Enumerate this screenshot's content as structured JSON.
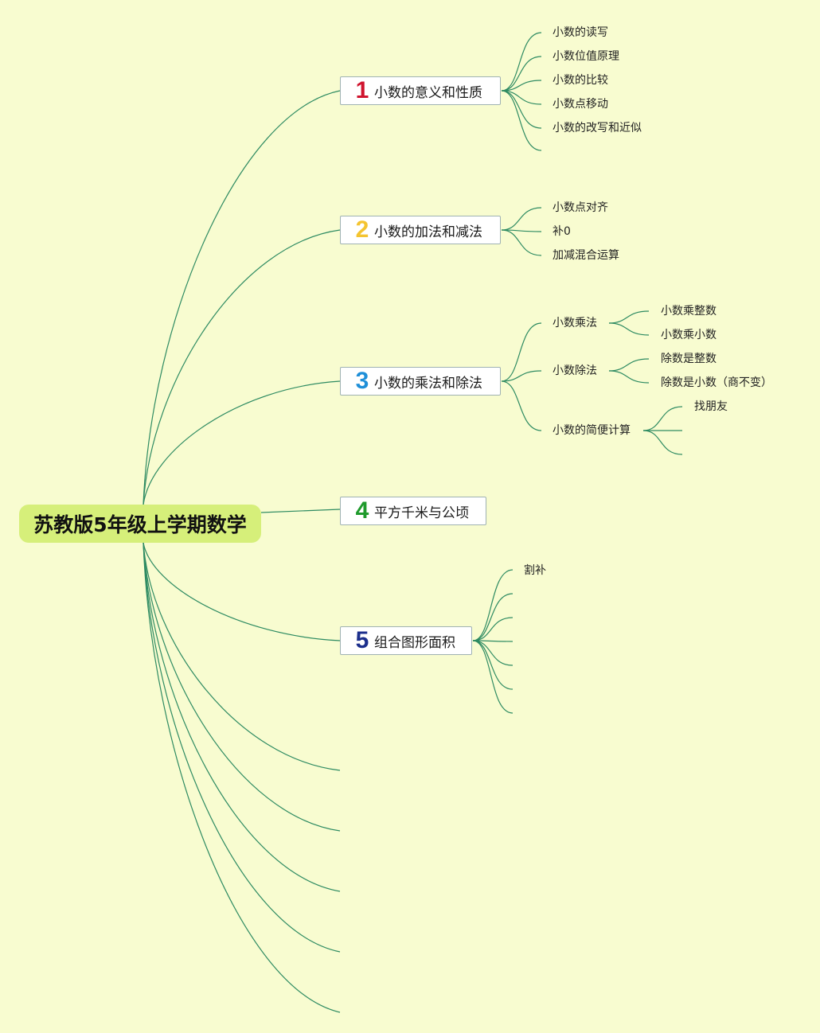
{
  "root": {
    "label": "苏教版5年级上学期数学"
  },
  "colors": {
    "background": "#f8fcd0",
    "line": "#2e8b62",
    "root_fill": "#d6ef7a",
    "num1": "#d0142e",
    "num2": "#f4c430",
    "num3": "#1f8fd8",
    "num4": "#1f9a2c",
    "num5": "#1c2f8c"
  },
  "topics": [
    {
      "num": "1",
      "label": "小数的意义和性质",
      "subs": [
        "小数的读写",
        "小数位值原理",
        "小数的比较",
        "小数点移动",
        "小数的改写和近似",
        ""
      ]
    },
    {
      "num": "2",
      "label": "小数的加法和减法",
      "subs": [
        "小数点对齐",
        "补0",
        "加减混合运算"
      ]
    },
    {
      "num": "3",
      "label": "小数的乘法和除法",
      "subs": [
        {
          "label": "小数乘法",
          "children": [
            "小数乘整数",
            "小数乘小数"
          ]
        },
        {
          "label": "小数除法",
          "children": [
            "除数是整数",
            "除数是小数（商不变）"
          ]
        },
        {
          "label": "小数的简便计算",
          "children": [
            "找朋友",
            "",
            ""
          ]
        }
      ]
    },
    {
      "num": "4",
      "label": "平方千米与公顷",
      "subs": []
    },
    {
      "num": "5",
      "label": "组合图形面积",
      "subs": [
        "割补",
        "",
        "",
        "",
        "",
        "",
        ""
      ]
    }
  ]
}
